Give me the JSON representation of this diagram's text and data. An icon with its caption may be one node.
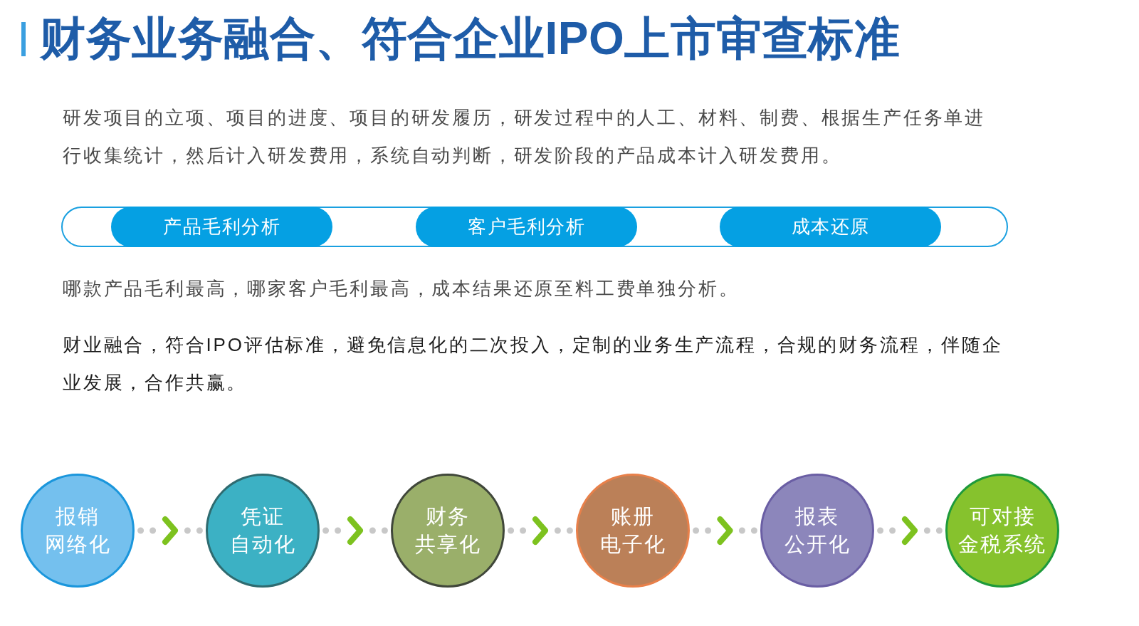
{
  "diagram": {
    "title": "财务业务融合、符合企业IPO上市审查标准",
    "nodes": [
      {
        "text": [],
        "shape": "bar"
      },
      {
        "text": [
          "产品毛利分析"
        ],
        "in": 0
      },
      {
        "text": [
          "客户毛利分析"
        ],
        "in": 0
      },
      {
        "text": [
          "成本还原"
        ],
        "in": 0
      },
      {
        "text": [
          "报销网络化"
        ]
      },
      {
        "text": [
          "凭证自动化"
        ]
      },
      {
        "text": [
          "财务共享化"
        ]
      },
      {
        "text": [
          "账册电子化"
        ]
      },
      {
        "text": [
          "报表公开化"
        ]
      },
      {
        "text": [
          "可对接金税系统"
        ]
      }
    ],
    "edges": [
      {
        "from": 4,
        "to": 5,
        "arrow": "to"
      },
      {
        "from": 5,
        "to": 6,
        "arrow": "to"
      },
      {
        "from": 6,
        "to": 7,
        "arrow": "to"
      },
      {
        "from": 7,
        "to": 8,
        "arrow": "to"
      },
      {
        "from": 8,
        "to": 9,
        "arrow": "to"
      }
    ],
    "labels": [
      "研发项目的立项、项目的进度、项目的研发履历，研发过程中的人工、材料、制费、根据生产任务单进行收集统计，然后计入研发费用，系统自动判断，研发阶段的产品成本计入研发费用。",
      "哪款产品毛利最高，哪家客户毛利最高，成本结果还原至料工费单独分析。",
      "财业融合，符合IPO评估标准，避免信息化的二次投入，定制的业务生产流程，合规的财务流程，伴随企业发展，合作共赢。"
    ]
  }
}
